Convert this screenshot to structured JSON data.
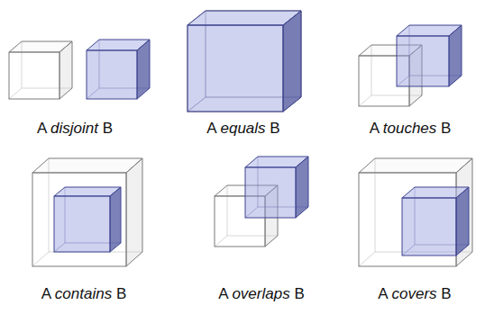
{
  "diagram": {
    "labels": [
      "A disjoint B",
      "A equals B",
      "A touches B",
      "A contains B",
      "A overlaps B",
      "A covers B"
    ]
  }
}
